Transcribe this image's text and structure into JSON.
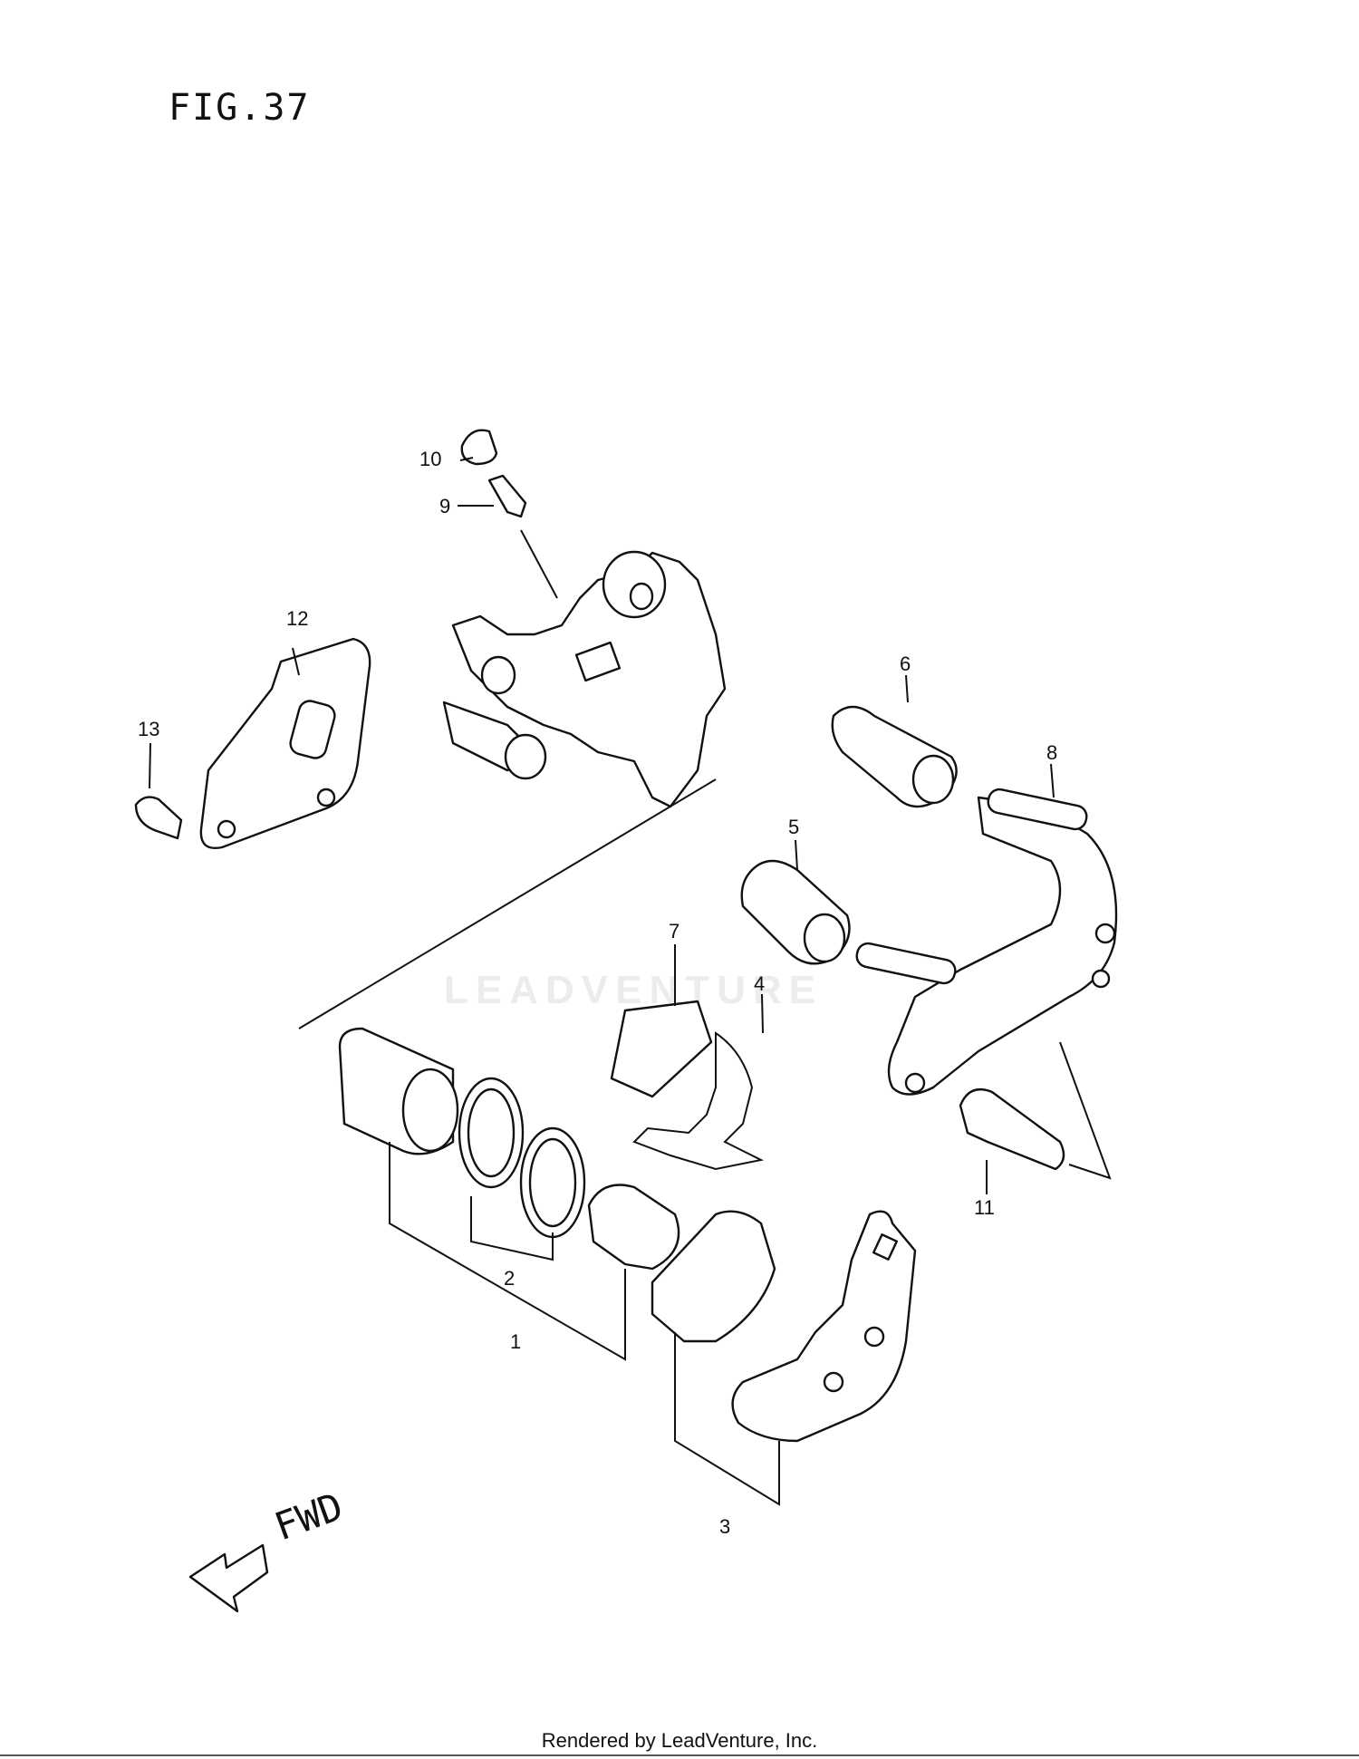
{
  "figure": {
    "title": "FIG.37"
  },
  "callouts": [
    "1",
    "2",
    "3",
    "4",
    "5",
    "6",
    "7",
    "8",
    "9",
    "10",
    "11",
    "12",
    "13"
  ],
  "direction_label": "FWD",
  "watermark": "LEADVENTURE",
  "footer": {
    "text": "Rendered by LeadVenture, Inc."
  }
}
